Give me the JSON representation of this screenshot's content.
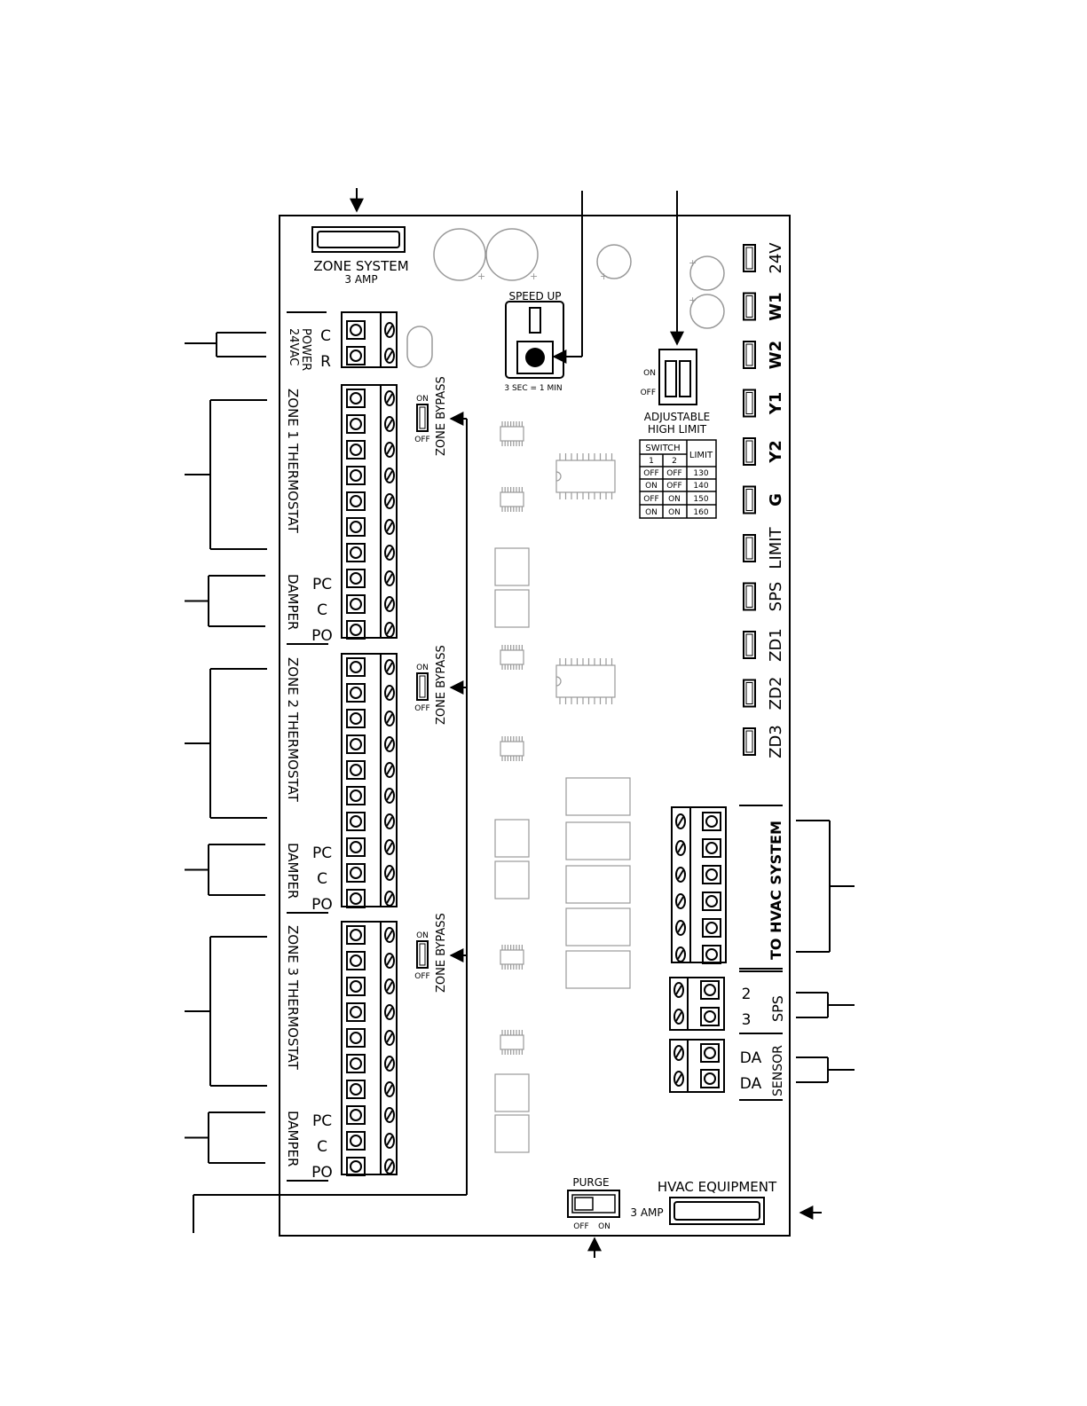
{
  "fuses": {
    "zone_system": {
      "label": "ZONE SYSTEM",
      "rating": "3 AMP"
    },
    "hvac_equipment": {
      "label": "HVAC EQUIPMENT",
      "rating": "3 AMP"
    }
  },
  "speed_up": {
    "label": "SPEED UP",
    "note": "3 SEC = 1 MIN"
  },
  "high_limit": {
    "on_label": "ON",
    "off_label": "OFF",
    "title_line1": "ADJUSTABLE",
    "title_line2": "HIGH LIMIT",
    "table": {
      "switch_header": "SWITCH",
      "limit_header": "LIMIT",
      "sub_headers": [
        "1",
        "2"
      ],
      "rows": [
        [
          "OFF",
          "OFF",
          "130"
        ],
        [
          "ON",
          "OFF",
          "140"
        ],
        [
          "OFF",
          "ON",
          "150"
        ],
        [
          "ON",
          "ON",
          "160"
        ]
      ]
    }
  },
  "leds": [
    "24V",
    "W1",
    "W2",
    "Y1",
    "Y2",
    "G",
    "LIMIT",
    "SPS",
    "ZD1",
    "ZD2",
    "ZD3"
  ],
  "power": {
    "label_line1": "24VAC",
    "label_line2": "POWER",
    "terminals": [
      "C",
      "R"
    ]
  },
  "zones": [
    {
      "thermostat_label": "ZONE 1 THERMOSTAT",
      "damper_label": "DAMPER",
      "damper_terminals": [
        "PC",
        "C",
        "PO"
      ],
      "bypass_label": "ZONE BYPASS",
      "on_label": "ON",
      "off_label": "OFF"
    },
    {
      "thermostat_label": "ZONE 2 THERMOSTAT",
      "damper_label": "DAMPER",
      "damper_terminals": [
        "PC",
        "C",
        "PO"
      ],
      "bypass_label": "ZONE BYPASS",
      "on_label": "ON",
      "off_label": "OFF"
    },
    {
      "thermostat_label": "ZONE 3 THERMOSTAT",
      "damper_label": "DAMPER",
      "damper_terminals": [
        "PC",
        "C",
        "PO"
      ],
      "bypass_label": "ZONE BYPASS",
      "on_label": "ON",
      "off_label": "OFF"
    }
  ],
  "hvac": {
    "label": "TO HVAC SYSTEM"
  },
  "sps": {
    "label": "SPS",
    "terminals": [
      "2",
      "3"
    ]
  },
  "sensor": {
    "label": "SENSOR",
    "terminals": [
      "DA",
      "DA"
    ]
  },
  "purge": {
    "label": "PURGE",
    "off_label": "OFF",
    "on_label": "ON"
  }
}
